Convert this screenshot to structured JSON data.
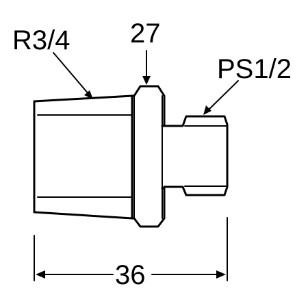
{
  "labels": {
    "thread_taper": "R3/4",
    "hex_size": "27",
    "thread_parallel": "PS1/2",
    "overall_length": "36"
  },
  "colors": {
    "line": "#000000",
    "background": "#ffffff"
  }
}
